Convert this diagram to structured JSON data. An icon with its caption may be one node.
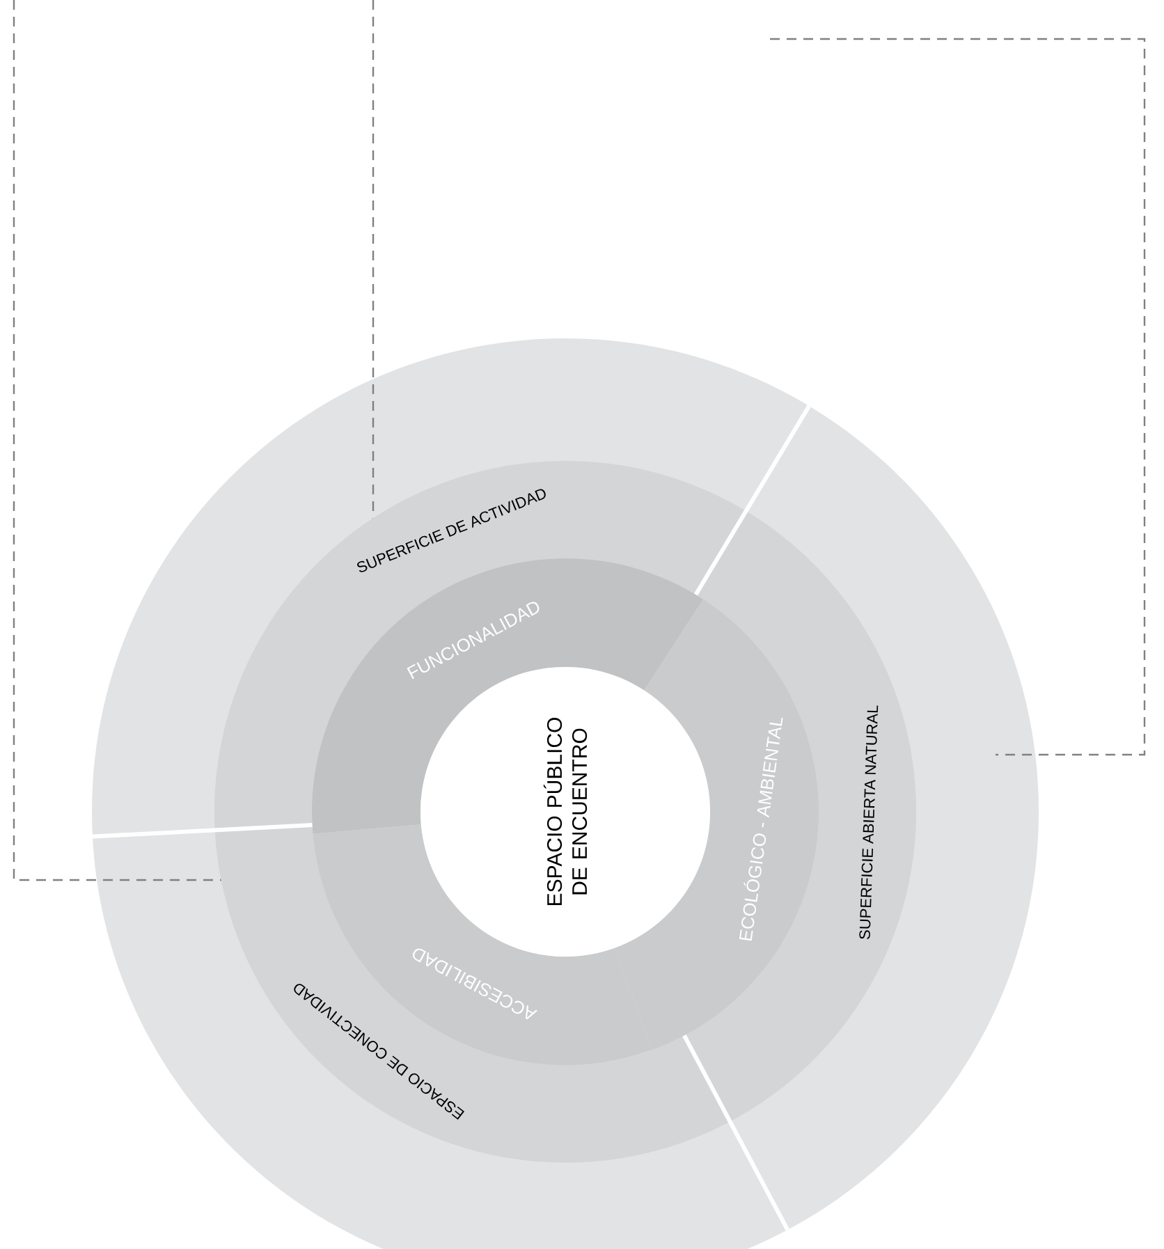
{
  "diagram": {
    "nodes": [
      {
        "text": [
          "ESPACIO PÚBLICO DE ENCUENTRO"
        ]
      },
      {
        "text": [
          "FUNCIONALIDAD"
        ]
      },
      {
        "text": [
          "ECOLÓGICO - AMBIENTAL"
        ]
      },
      {
        "text": [
          "ACCESIBILIDAD"
        ]
      },
      {
        "text": [
          "SUPERFICIE DE ACTIVIDAD"
        ]
      },
      {
        "text": [
          "SUPERFICIE ABIERTA NATURAL"
        ]
      },
      {
        "text": [
          "ESPACIO DE CONECTIVIDAD"
        ]
      }
    ]
  }
}
